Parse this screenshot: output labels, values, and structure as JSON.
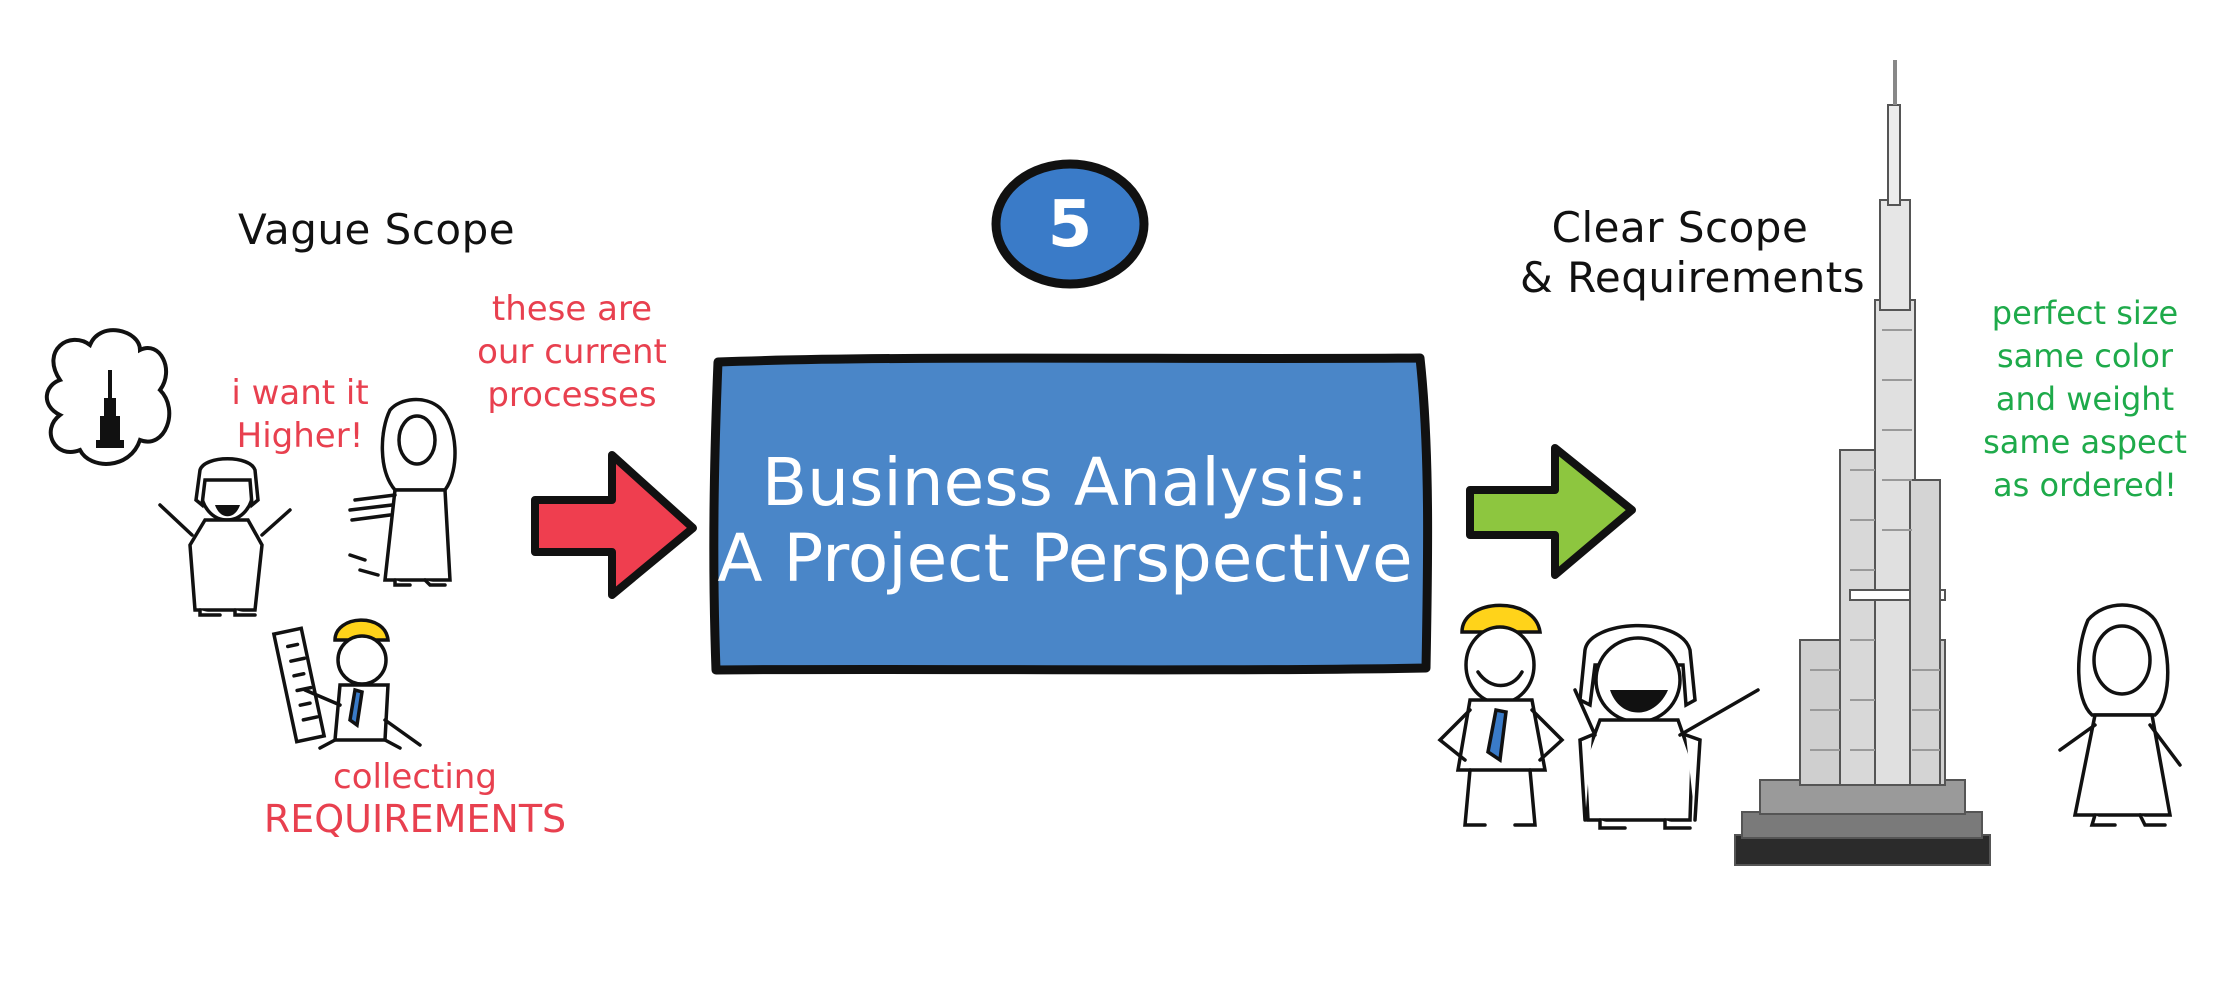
{
  "badge": {
    "number": "5"
  },
  "title": {
    "line1": "Business Analysis:",
    "line2": "A Project Perspective"
  },
  "left": {
    "heading": "Vague Scope",
    "speech_higher": [
      "i want it",
      "Higher!"
    ],
    "speech_processes": [
      "these are",
      "our current",
      "processes"
    ],
    "caption_collecting": "collecting",
    "caption_requirements": "REQUIREMENTS"
  },
  "right": {
    "heading_line1": "Clear Scope",
    "heading_line2": "& Requirements",
    "checklist": [
      "perfect size",
      "same color",
      "and weight",
      "same aspect",
      "as ordered!"
    ]
  },
  "colors": {
    "box_blue": "#4a86c8",
    "badge_blue": "#3a7bc8",
    "arrow_red": "#ef3e4f",
    "arrow_green": "#8dc63f",
    "text_red": "#e8404f",
    "text_green": "#1eaa4a",
    "ink": "#111111"
  },
  "icons": [
    "thought-bubble-icon",
    "tower-model-icon",
    "red-right-arrow-icon",
    "green-right-arrow-icon",
    "skyscraper-model-icon"
  ]
}
